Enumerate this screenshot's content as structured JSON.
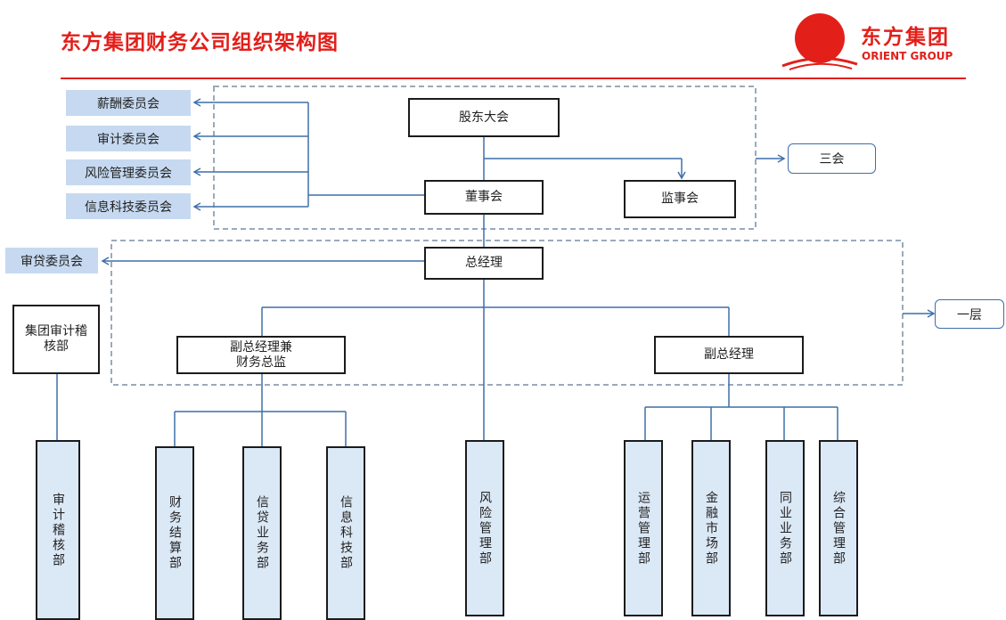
{
  "title": "东方集团财务公司组织架构图",
  "logo": {
    "name_cn": "东方集团",
    "name_en": "ORIENT GROUP"
  },
  "colors": {
    "brand_red": "#e31f1a",
    "line_blue": "#3f6fa8",
    "committee_fill": "#c6d9f1",
    "dept_fill": "#dbe8f6"
  },
  "nodes": {
    "shareholders": "股东大会",
    "board": "董事会",
    "supervisory": "监事会",
    "gm": "总经理",
    "vp_cfo": "副总经理兼\n财务总监",
    "vp": "副总经理",
    "group_audit": "集团审计稽核部"
  },
  "committees": [
    "薪酬委员会",
    "审计委员会",
    "风险管理委员会",
    "信息科技委员会"
  ],
  "credit_committee": "审贷委员会",
  "side_labels": {
    "three_boards": "三会",
    "first_tier": "一层"
  },
  "departments": {
    "audit": "审计稽核部",
    "finance": "财务结算部",
    "credit": "信贷业务部",
    "it": "信息科技部",
    "risk": "风险管理部",
    "ops": "运营管理部",
    "market": "金融市场部",
    "interbank": "同业业务部",
    "admin": "综合管理部"
  }
}
